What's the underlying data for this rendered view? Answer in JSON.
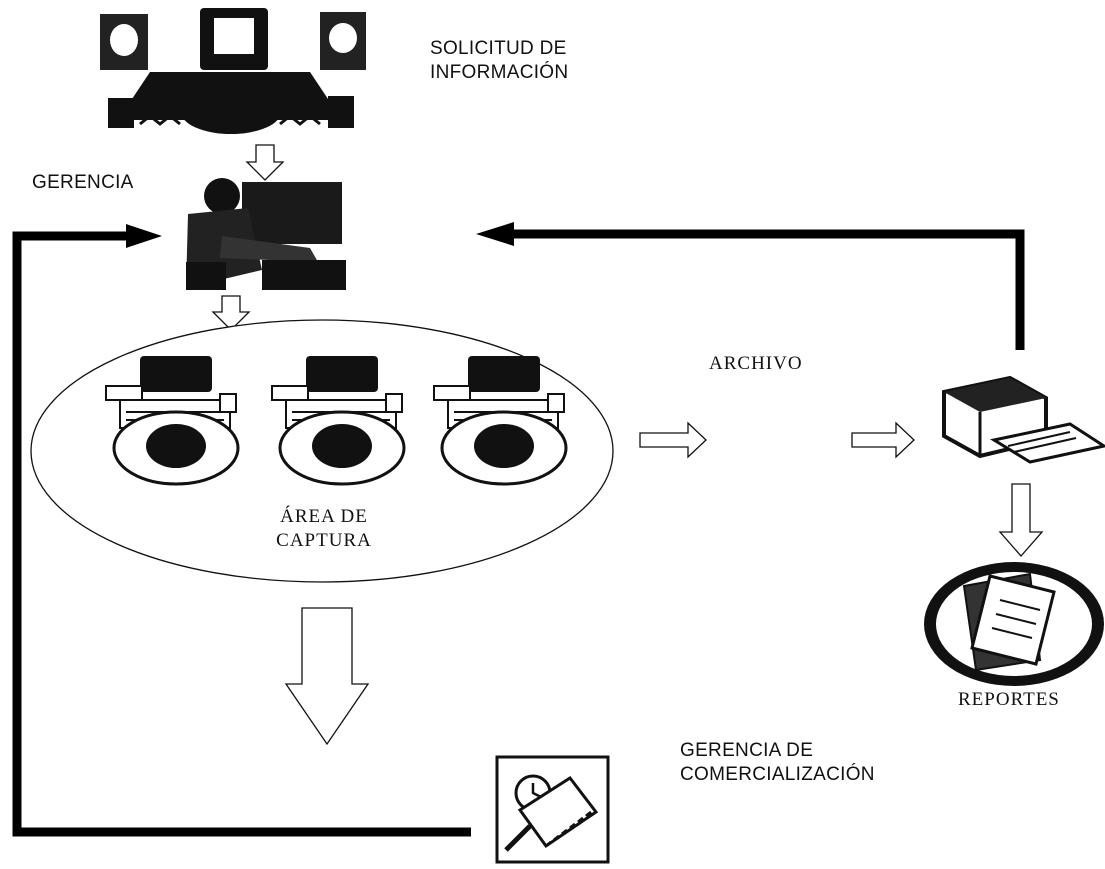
{
  "labels": {
    "solicitud_line1": "SOLICITUD DE",
    "solicitud_line2": "INFORMACIÓN",
    "gerencia": "GERENCIA",
    "archivo": "ARCHIVO",
    "area_line1": "ÁREA DE",
    "area_line2": "CAPTURA",
    "reportes": "REPORTES",
    "comercializacion_line1": "GERENCIA DE",
    "comercializacion_line2": "COMERCIALIZACIÓN"
  },
  "colors": {
    "ink": "#000000",
    "paper": "#ffffff"
  },
  "icons": {
    "solicitud": "meeting-clipart-icon",
    "gerencia": "manager-at-computer-icon",
    "capture_workstations": "operator-at-terminal-icon",
    "printer": "printer-icon",
    "reportes": "report-folders-icon",
    "comercializacion": "planner-notebook-icon"
  }
}
